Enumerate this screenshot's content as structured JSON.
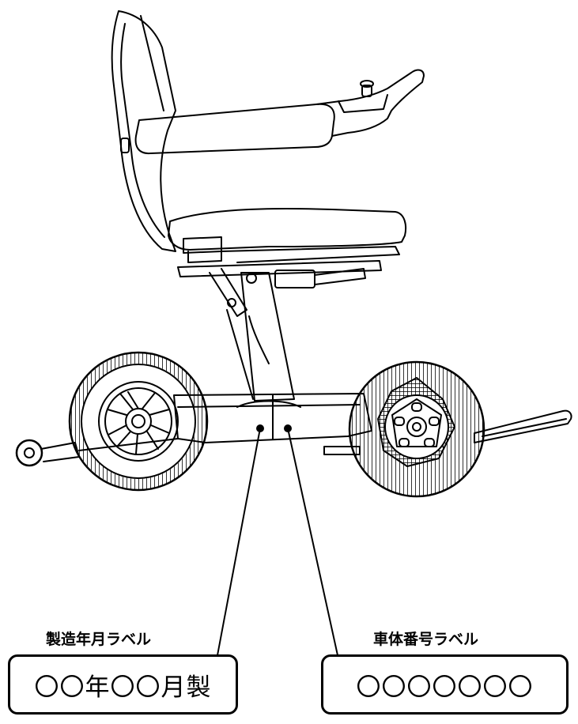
{
  "labels": {
    "manufacture_date": {
      "caption": "製造年月ラベル",
      "value": "〇〇年〇〇月製"
    },
    "body_number": {
      "caption": "車体番号ラベル",
      "value": "〇〇〇〇〇〇〇"
    }
  },
  "colors": {
    "line": "#000000",
    "background": "#ffffff"
  }
}
